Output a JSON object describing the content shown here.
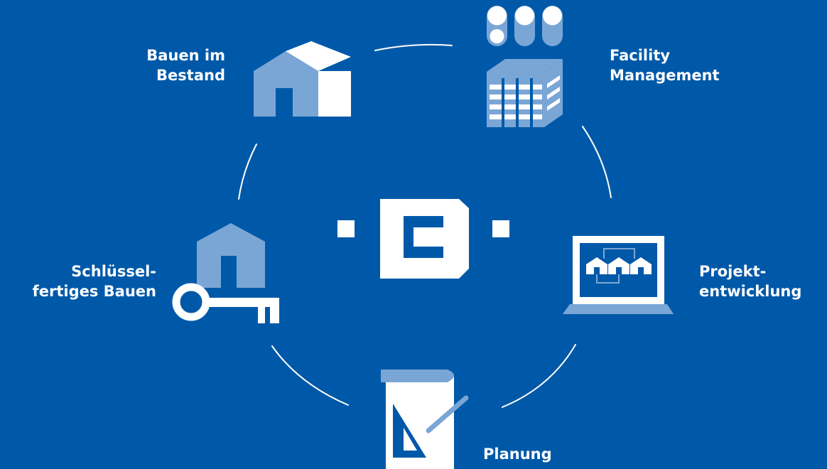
{
  "colors": {
    "background": "#0059a8",
    "icon_light": "#7aa6d6",
    "icon_white": "#ffffff",
    "arc": "#ffffff"
  },
  "center_logo": {
    "icon": "b-logo-icon"
  },
  "nodes": [
    {
      "id": "bauen-im-bestand",
      "label": "Bauen im\nBestand",
      "icon": "house-renovation-icon"
    },
    {
      "id": "facility-management",
      "label": "Facility\nManagement",
      "icon": "office-building-icon"
    },
    {
      "id": "projektentwicklung",
      "label": "Projekt-\nentwicklung",
      "icon": "laptop-houses-icon"
    },
    {
      "id": "planung",
      "label": "Planung",
      "icon": "blueprint-triangle-icon"
    },
    {
      "id": "schluesselfertiges-bauen",
      "label": "Schlüssel-\nfertiges Bauen",
      "icon": "house-key-icon"
    }
  ]
}
